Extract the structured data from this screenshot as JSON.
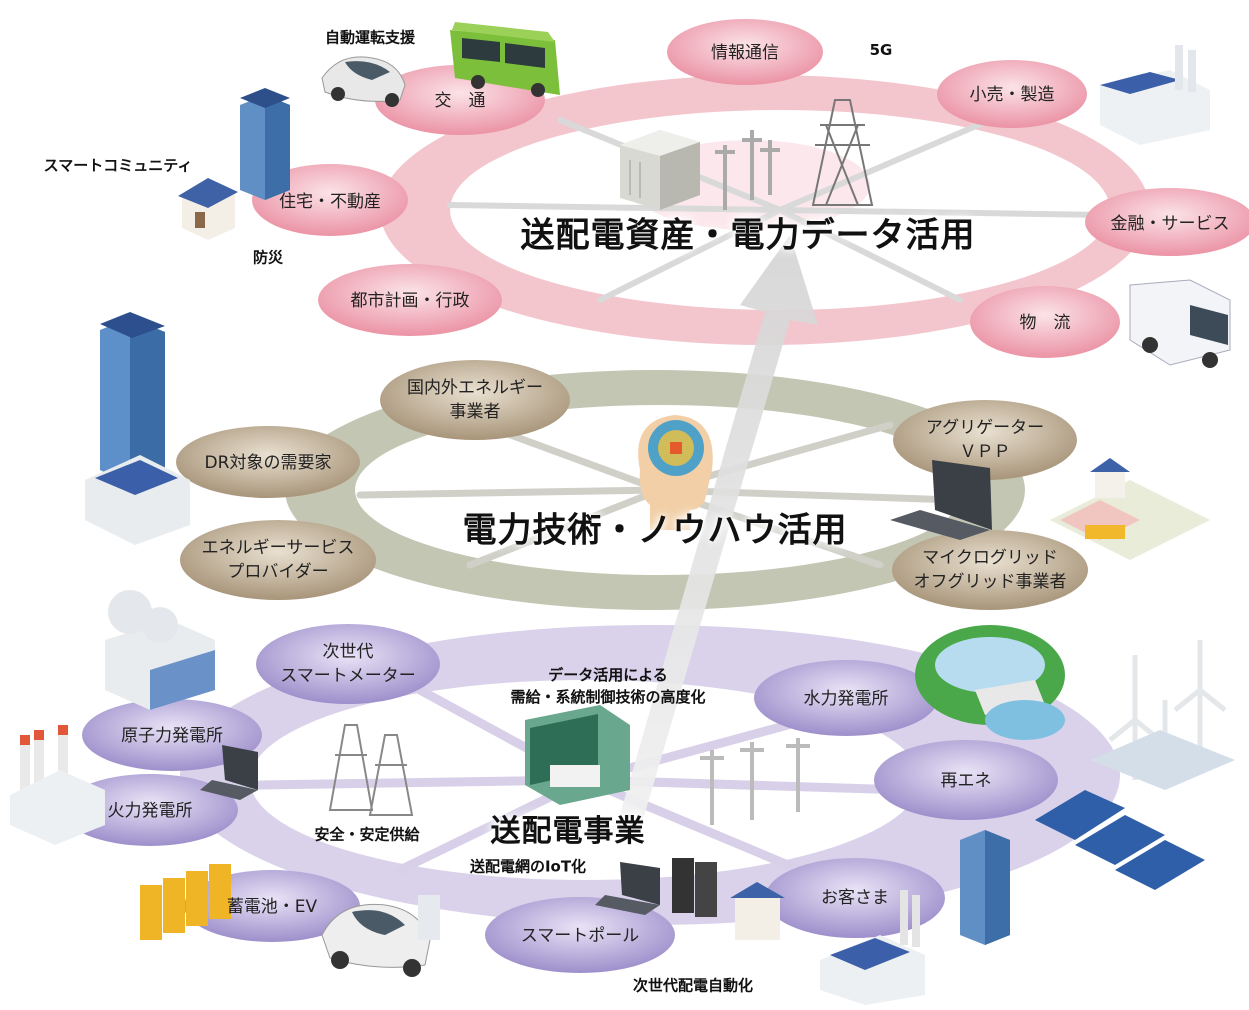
{
  "titles": {
    "top": "送配電資産・電力データ活用",
    "middle": "電力技術・ノウハウ活用",
    "bottom": "送配電事業"
  },
  "top_ring": {
    "transport": "交　通",
    "ict": "情報通信",
    "retail": "小売・製造",
    "housing": "住宅・不動産",
    "finance": "金融・サービス",
    "city": "都市計画・行政",
    "logistics": "物　流"
  },
  "middle_ring": {
    "energy_business": [
      "国内外エネルギー",
      "事業者"
    ],
    "dr_customer": "DR対象の需要家",
    "aggregator": [
      "アグリゲーター",
      "ＶＰＰ"
    ],
    "esp": [
      "エネルギーサービス",
      "プロバイダー"
    ],
    "microgrid": [
      "マイクログリッド",
      "オフグリッド事業者"
    ]
  },
  "bottom_ring": {
    "smart_meter": [
      "次世代",
      "スマートメーター"
    ],
    "nuclear": "原子力発電所",
    "hydro": "水力発電所",
    "thermal": "火力発電所",
    "renewable": "再エネ",
    "battery": "蓄電池・EV",
    "smart_pole": "スマートポール",
    "customer": "お客さま"
  },
  "captions": {
    "autonomous": "自動運転支援",
    "g5": "5G",
    "smart_community": "スマートコミュニティ",
    "disaster": "防災",
    "data_control": [
      "データ活用による",
      "需給・系統制御技術の高度化"
    ],
    "stable_supply": "安全・安定供給",
    "iot": "送配電網のIoT化",
    "distribution_auto": "次世代配電自動化"
  },
  "colors": {
    "top_ring": "#f2c4cc",
    "top_node": "#eb9aaa",
    "middle_ring": "#c2c5b0",
    "middle_node": "#b7a48a",
    "bottom_ring": "#d5cde8",
    "bottom_node": "#a89bd0"
  }
}
